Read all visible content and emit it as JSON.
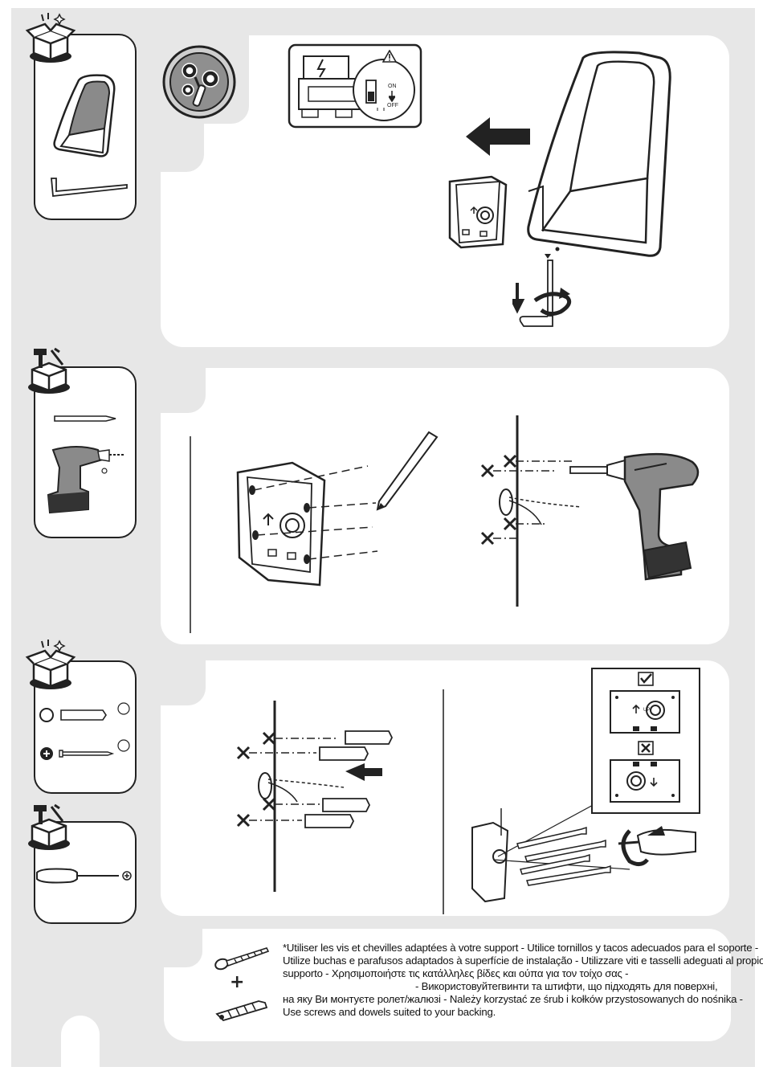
{
  "switch": {
    "on_label": "ON",
    "off_label": "OFF"
  },
  "label_up": "UP",
  "note_lines": [
    "*Utiliser les vis et chevilles adaptées à votre support - Utilice tornillos y tacos adecuados para el soporte -",
    "Utilize buchas e parafusos adaptados à superfície de instalação - Utilizzare viti e tasselli adeguati al propio",
    "supporto - Χρησιμοποιήστε τις κατάλληλες βίδες και ούπα για τον τοίχο σας -",
    "- Використовуйтегвинти та штифти, що підходять для поверхні,",
    "на яку Ви монтуєте ролет/жалюзі -  Należy korzystać ze śrub i kołków przystosowanych do nośnika -",
    "Use screws and dowels suited to your backing."
  ],
  "plus_sign": "+",
  "icons": {
    "box_open": "open-box-icon",
    "toolbox": "toolbox-icon",
    "tools_badge": "gears-screwdriver-icon",
    "warning": "warning-triangle-icon",
    "check": "check-icon",
    "cross": "cross-icon",
    "arrow": "arrow-left-icon"
  },
  "colors": {
    "background": "#e7e7e7",
    "panel": "#ffffff",
    "ink": "#222222",
    "drill_grey": "#8a8a8a",
    "drill_dark": "#333333"
  }
}
